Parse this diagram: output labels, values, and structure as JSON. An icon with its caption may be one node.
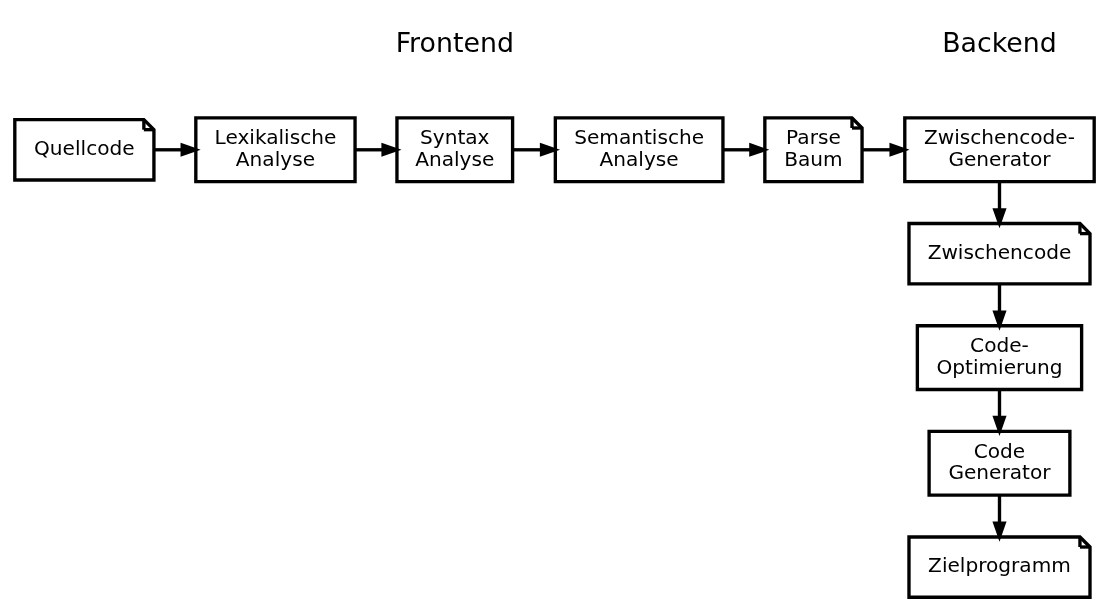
{
  "diagram": {
    "nodes": [
      {
        "text": [
          "Quellcode"
        ]
      },
      {
        "text": [
          "Lexikalische Analyse"
        ]
      },
      {
        "text": [
          "Syntax Analyse"
        ]
      },
      {
        "text": [
          "Semantische Analyse"
        ]
      },
      {
        "text": [
          "Parse Baum"
        ]
      },
      {
        "text": [
          "Zwischencode- Generator"
        ]
      },
      {
        "text": [
          "Zwischencode"
        ]
      },
      {
        "text": [
          "Code- Optimierung"
        ]
      },
      {
        "text": [
          "Code Generator"
        ]
      },
      {
        "text": [
          "Zielprogramm"
        ]
      }
    ],
    "edges": [
      {
        "from": 0,
        "to": 1,
        "arrow": "to"
      },
      {
        "from": 1,
        "to": 2,
        "arrow": "to"
      },
      {
        "from": 2,
        "to": 3,
        "arrow": "to"
      },
      {
        "from": 3,
        "to": 4,
        "arrow": "to"
      },
      {
        "from": 4,
        "to": 5,
        "arrow": "to"
      },
      {
        "from": 5,
        "to": 6,
        "arrow": "to"
      },
      {
        "from": 6,
        "to": 7,
        "arrow": "to"
      },
      {
        "from": 7,
        "to": 8,
        "arrow": "to"
      },
      {
        "from": 8,
        "to": 9,
        "arrow": "to"
      }
    ],
    "labels": [
      "Frontend",
      "Backend"
    ]
  }
}
